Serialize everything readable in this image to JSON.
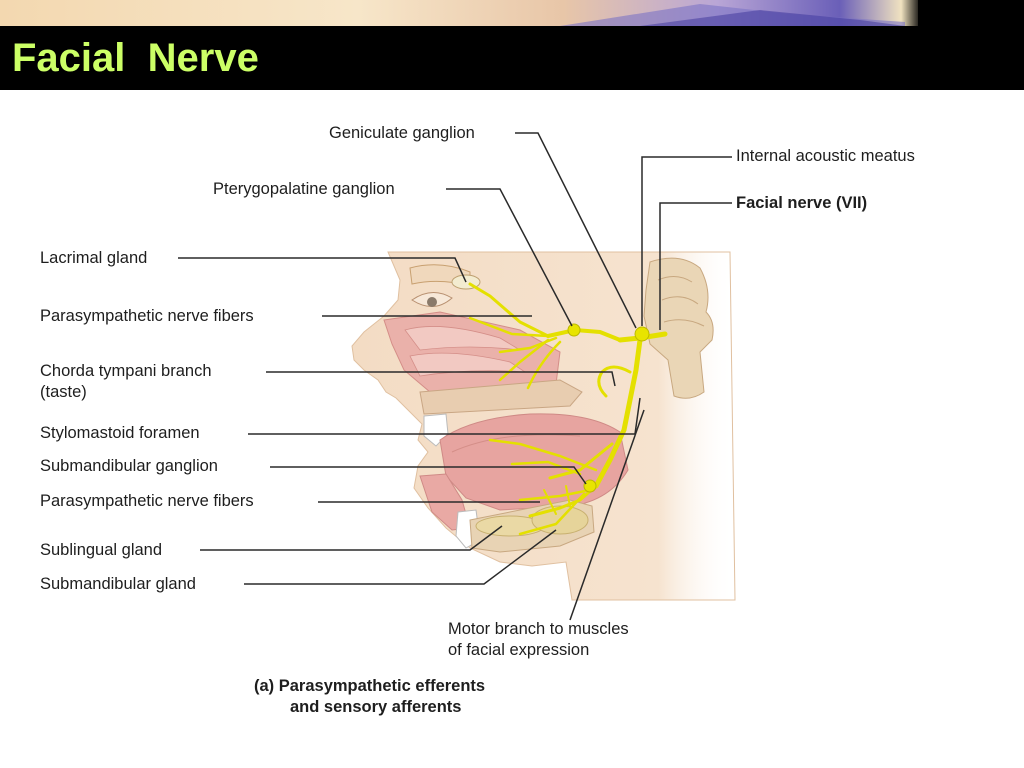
{
  "slide": {
    "title": "Facial  Nerve",
    "title_color": "#ccff66",
    "title_bar_color": "#000000"
  },
  "diagram": {
    "labels": {
      "geniculate_ganglion": "Geniculate ganglion",
      "pterygopalatine_ganglion": "Pterygopalatine ganglion",
      "lacrimal_gland": "Lacrimal gland",
      "parasympathetic_fibers_upper": "Parasympathetic nerve fibers",
      "chorda_tympani_line1": "Chorda tympani branch",
      "chorda_tympani_line2": "(taste)",
      "stylomastoid_foramen": "Stylomastoid foramen",
      "submandibular_ganglion": "Submandibular ganglion",
      "parasympathetic_fibers_lower": "Parasympathetic nerve fibers",
      "sublingual_gland": "Sublingual gland",
      "submandibular_gland": "Submandibular gland",
      "internal_acoustic_meatus": "Internal acoustic meatus",
      "facial_nerve_vii": "Facial nerve (VII)",
      "motor_branch_line1": "Motor branch to muscles",
      "motor_branch_line2": "of facial expression"
    },
    "caption_line1": "(a) Parasympathetic efferents",
    "caption_line2": "and sensory afferents",
    "colors": {
      "nerve": "#e4e000",
      "skin": "#f3dcc4",
      "mucosa": "#e9a3a0",
      "bone": "#e8d2b2",
      "leader": "#2a2a2a"
    }
  }
}
